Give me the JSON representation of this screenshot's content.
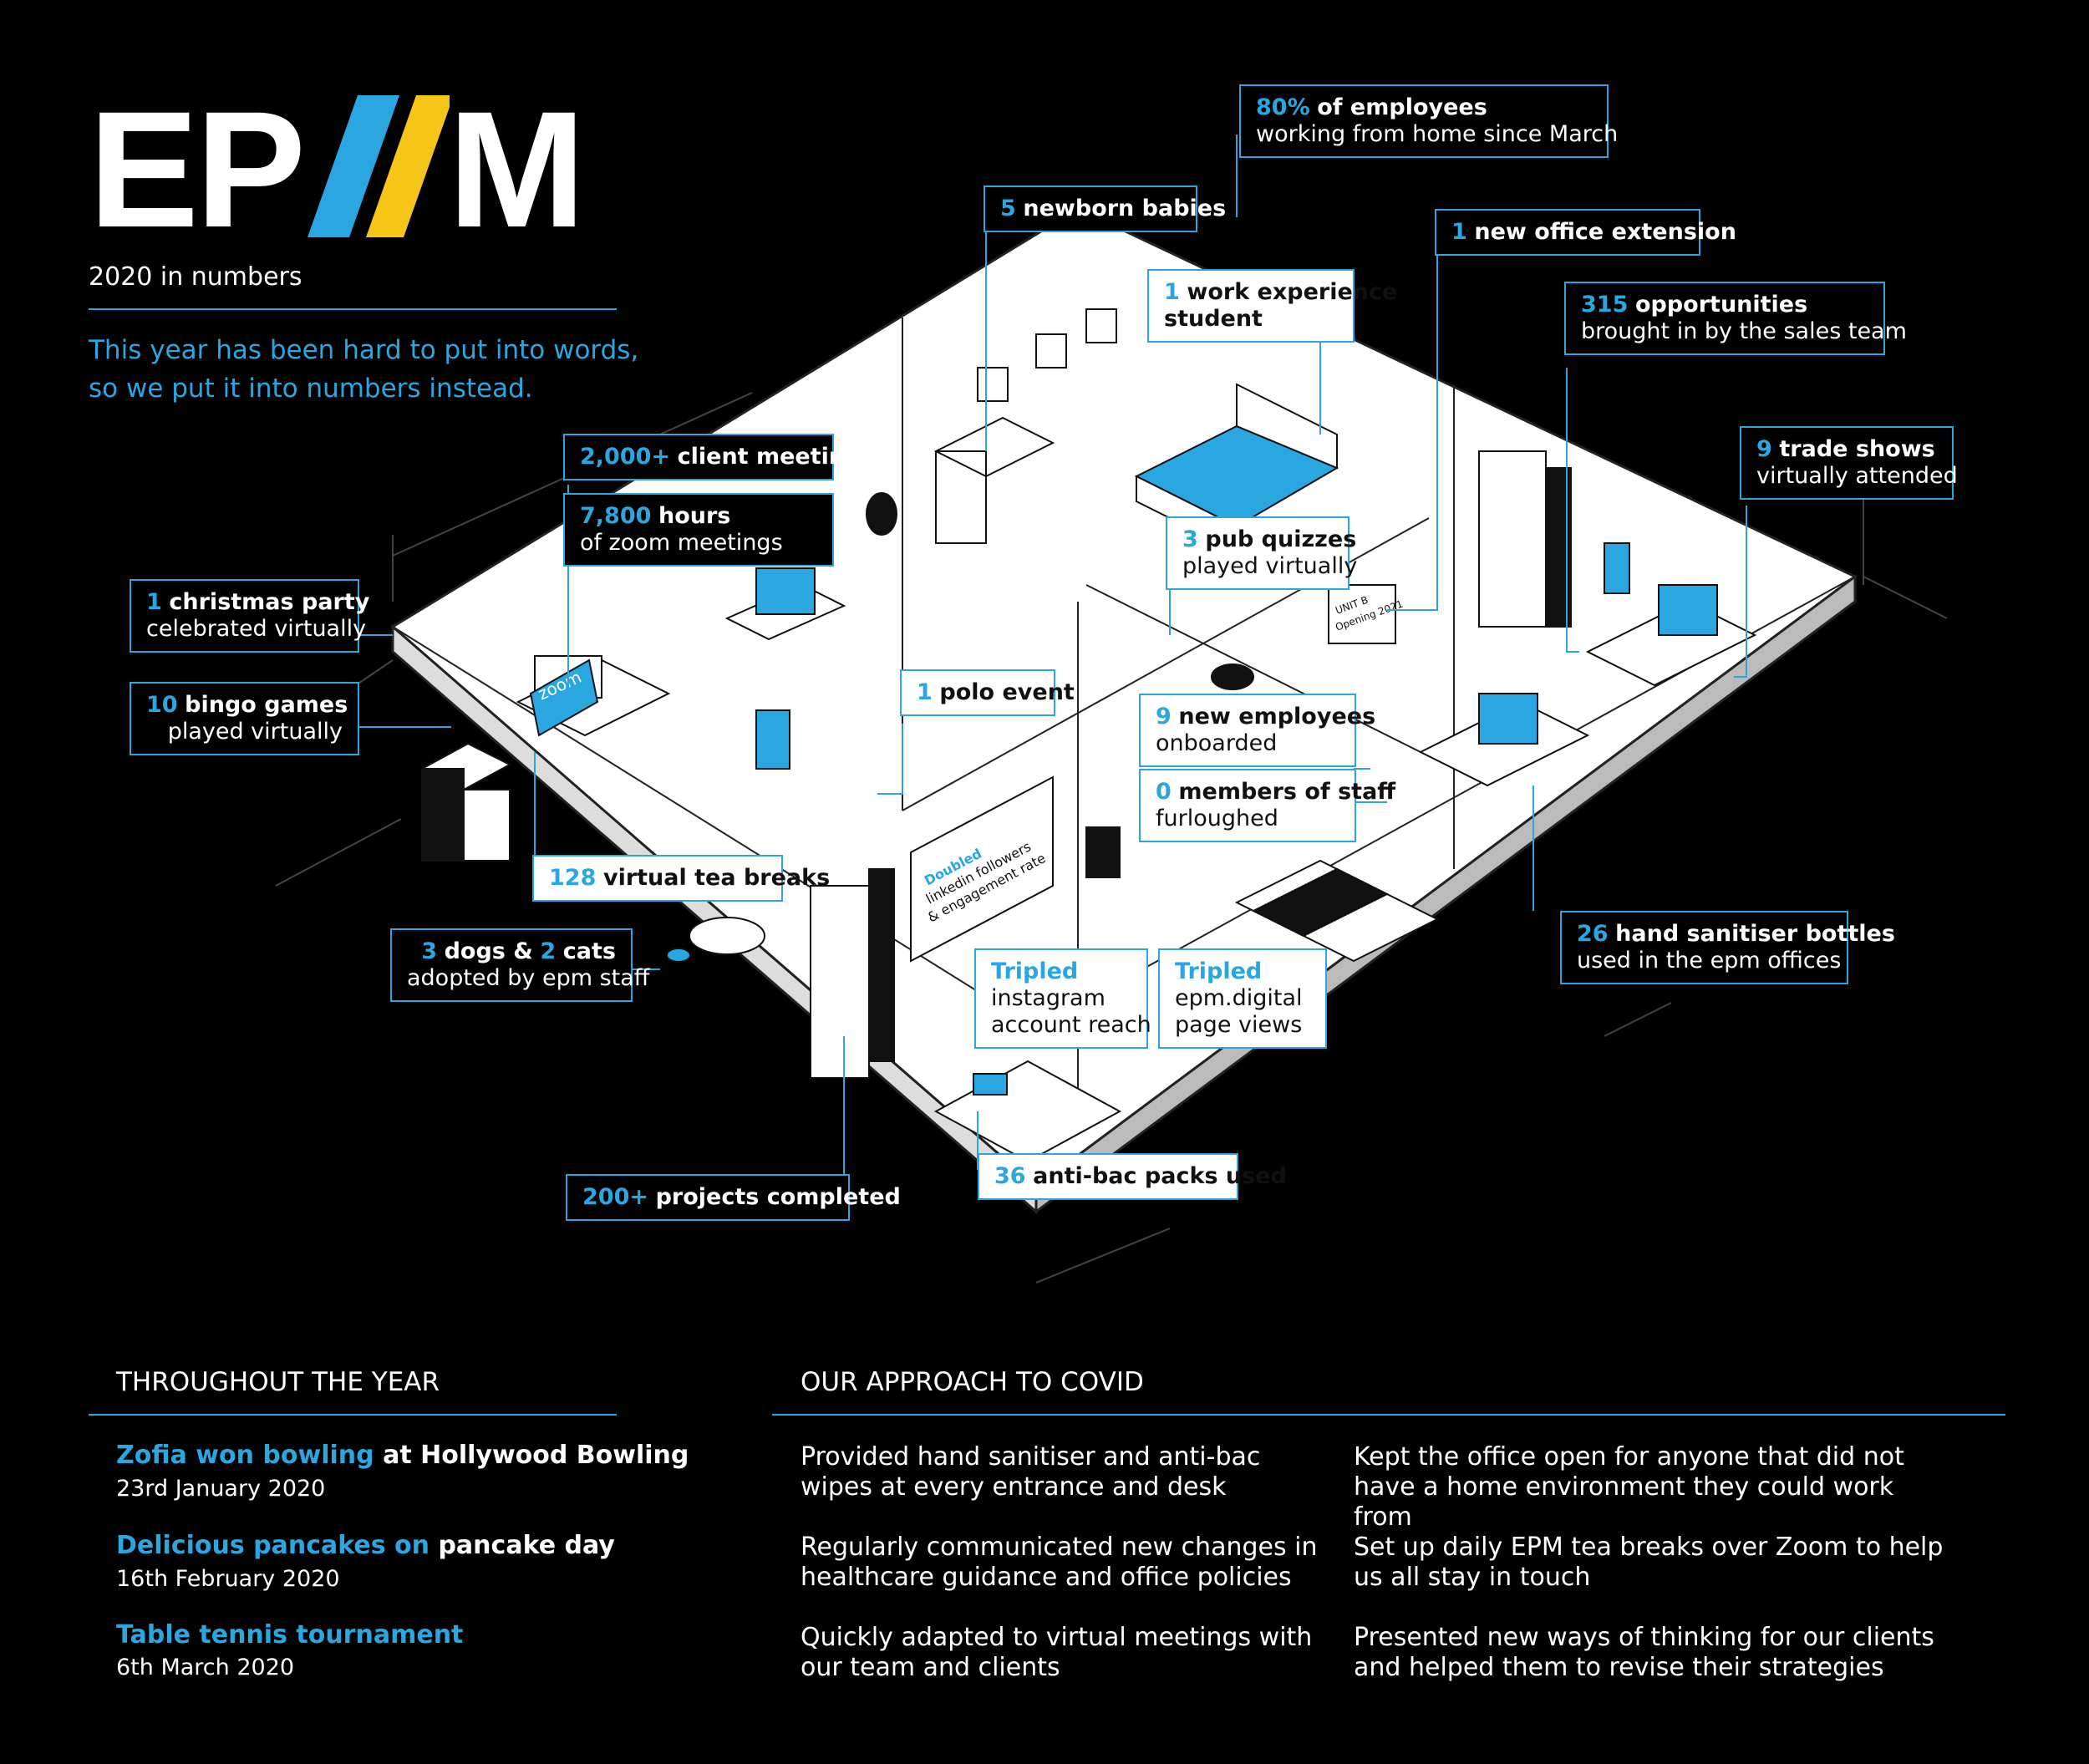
{
  "header": {
    "logo": {
      "part1": "EP",
      "part2": "M"
    },
    "subtitle": "2020 in numbers",
    "tagline_line1": "This year has been hard to put into words,",
    "tagline_line2": "so we put it into numbers instead."
  },
  "colors": {
    "accent_blue": "#2aa7e0",
    "accent_yellow": "#f5c518",
    "background": "#000000"
  },
  "callouts": {
    "employees_home": {
      "num": "80%",
      "label": "of employees",
      "line2": "working from home since March"
    },
    "newborn": {
      "num": "5",
      "label": "newborn babies"
    },
    "office_extension": {
      "num": "1",
      "label": "new office extension"
    },
    "work_experience": {
      "num": "1",
      "label": "work experience",
      "line2": "student"
    },
    "opportunities": {
      "num": "315",
      "label": "opportunities",
      "line2": "brought in by the sales team"
    },
    "client_meetings": {
      "num": "2,000+",
      "label": "client meetings"
    },
    "zoom_hours": {
      "num": "7,800",
      "label": "hours",
      "line2": "of zoom meetings"
    },
    "trade_shows": {
      "num": "9",
      "label": "trade shows",
      "line2": "virtually attended"
    },
    "pub_quizzes": {
      "num": "3",
      "label": "pub quizzes",
      "line2": "played virtually"
    },
    "christmas": {
      "num": "1",
      "label": "christmas party",
      "line2": "celebrated virtually"
    },
    "polo": {
      "num": "1",
      "label": "polo event"
    },
    "bingo": {
      "num": "10",
      "label": "bingo games",
      "line2": "played virtually"
    },
    "new_employees": {
      "num": "9",
      "label": "new employees",
      "line2": "onboarded"
    },
    "furloughed": {
      "num": "0",
      "label": "members of staff",
      "line2": "furloughed"
    },
    "tea_breaks": {
      "num": "128",
      "label": "virtual tea breaks"
    },
    "sanitiser": {
      "num": "26",
      "label": "hand sanitiser bottles",
      "line2": "used in the epm offices"
    },
    "pets": {
      "num1": "3",
      "label1": "dogs &",
      "num2": "2",
      "label2": "cats",
      "line2": "adopted by epm staff"
    },
    "instagram": {
      "num": "Tripled",
      "line2": "instagram",
      "line3": "account reach"
    },
    "page_views": {
      "num": "Tripled",
      "line2": "epm.digital",
      "line3": "page views"
    },
    "projects": {
      "num": "200+",
      "label": "projects completed"
    },
    "antibac": {
      "num": "36",
      "label": "anti-bac packs used"
    }
  },
  "scene": {
    "zoom_label": "zoom",
    "unit_sign_line1": "UNIT B",
    "unit_sign_line2": "Opening 2021",
    "poster_line1": "Doubled",
    "poster_line2": "linkedin followers",
    "poster_line3": "& engagement rate"
  },
  "throughout": {
    "title": "THROUGHOUT THE YEAR",
    "events": [
      {
        "highlight": "Zofia won bowling",
        "rest": " at Hollywood Bowling",
        "date": "23rd January 2020"
      },
      {
        "highlight": "Delicious pancakes on",
        "rest": " pancake day",
        "date": "16th February 2020"
      },
      {
        "highlight": "Table tennis tournament",
        "rest": "",
        "date": "6th March 2020"
      }
    ]
  },
  "covid": {
    "title": "OUR APPROACH TO COVID",
    "items": [
      "Provided hand sanitiser and anti-bac wipes at every entrance and desk",
      "Kept the office open for anyone that did not have a home environment they could work from",
      "Regularly communicated new changes in healthcare guidance and office policies",
      "Set up daily EPM tea breaks over Zoom to help us all stay in touch",
      "Quickly adapted to virtual meetings with our team and clients",
      "Presented new ways of thinking for our clients and helped them to revise their strategies"
    ]
  }
}
